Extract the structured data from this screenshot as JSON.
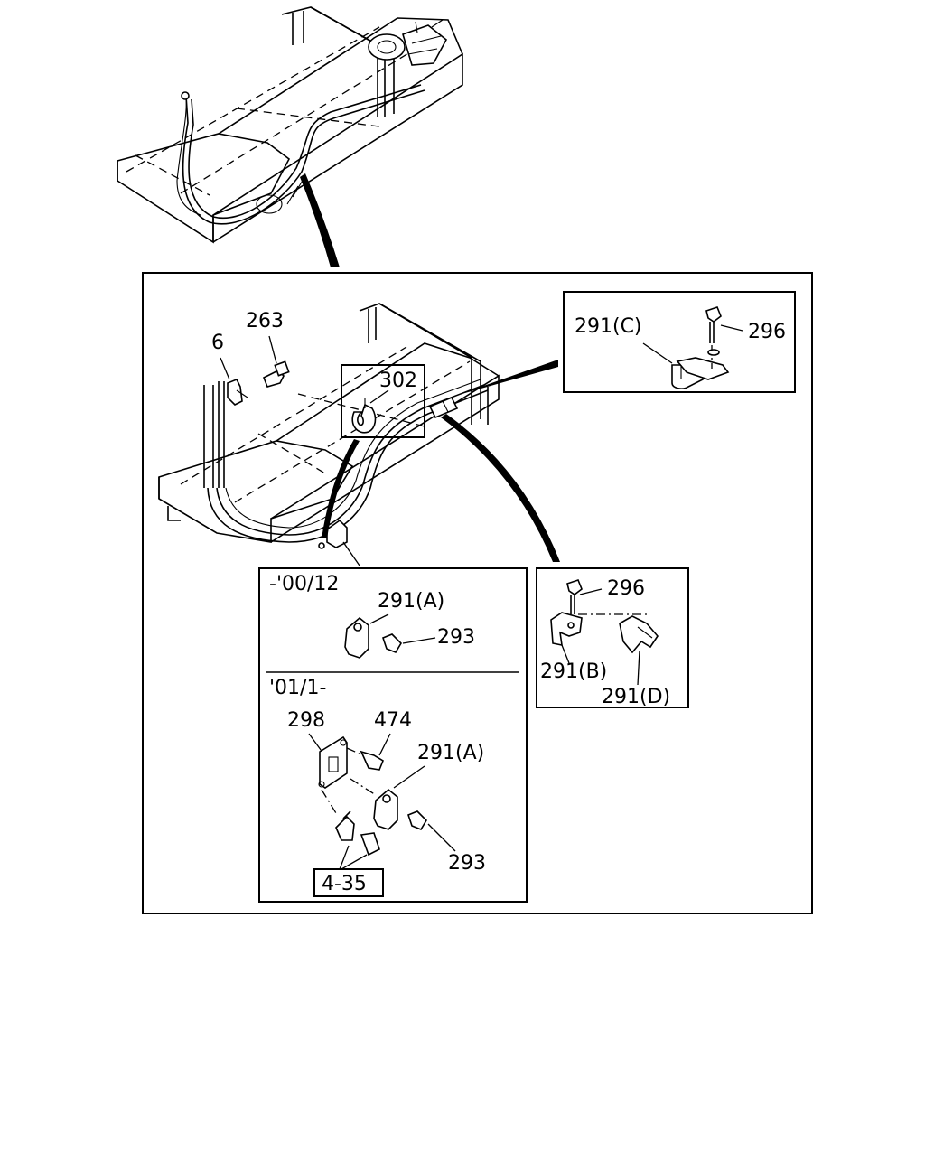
{
  "labels": {
    "c263": "263",
    "c6": "6",
    "c302": "302",
    "c291c": "291(C)",
    "c296_top": "296",
    "range_old": "-'00/12",
    "c291a_old": "291(A)",
    "c293_old": "293",
    "range_new": "'01/1-",
    "c298": "298",
    "c474": "474",
    "c291a_new": "291(A)",
    "c293_new": "293",
    "ref_435": "4-35",
    "c296_right": "296",
    "c291b": "291(B)",
    "c291d": "291(D)"
  }
}
